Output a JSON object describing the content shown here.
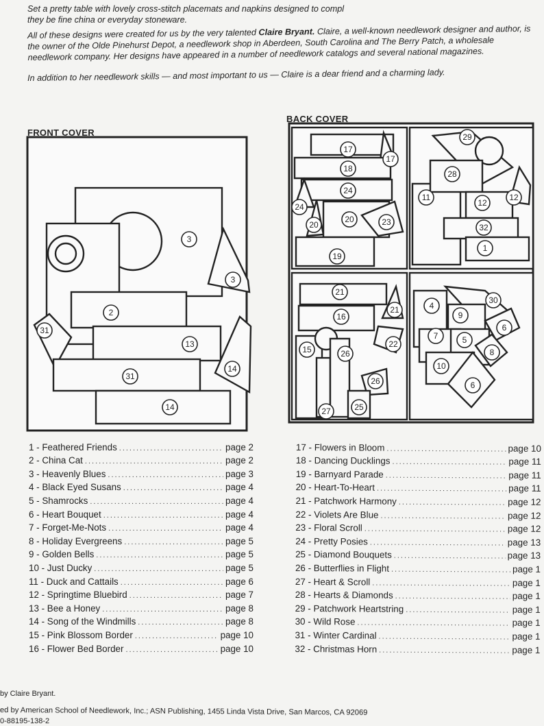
{
  "intro": {
    "line1": "Set a pretty table with lovely cross-stitch placemats and napkins designed to compl",
    "line2": "they be fine china or everyday stoneware.",
    "p2_a": "All of these designs were created for us by the very talented ",
    "p2_name": "Claire Bryant.",
    "p2_b": " Claire, a well-known needlework designer and author, is the owner of the Olde Pinehurst Depot, a needlework shop in Aberdeen, South Carolina and The Berry Patch, a wholesale needlework company. Her designs have appeared in a number of needlework catalogs and several national magazines.",
    "p3": "In addition to her needlework skills — and most important to us — Claire is a dear friend and a charming lady."
  },
  "front_cover": {
    "title": "FRONT COVER",
    "badges": [
      "3",
      "3",
      "2",
      "31",
      "13",
      "14",
      "31",
      "14"
    ]
  },
  "back_cover": {
    "title": "BACK COVER",
    "badges": [
      "17",
      "17",
      "18",
      "24",
      "24",
      "20",
      "20",
      "23",
      "19",
      "29",
      "28",
      "11",
      "12",
      "12",
      "32",
      "1",
      "21",
      "21",
      "16",
      "22",
      "15",
      "26",
      "26",
      "27",
      "25",
      "4",
      "30",
      "9",
      "6",
      "7",
      "5",
      "8",
      "10",
      "6"
    ]
  },
  "left_list": [
    {
      "name": "1 - Feathered Friends",
      "page": "page 2"
    },
    {
      "name": "2 - China Cat",
      "page": "page 2"
    },
    {
      "name": "3 - Heavenly Blues",
      "page": "page 3"
    },
    {
      "name": "4 - Black Eyed Susans",
      "page": "page 4"
    },
    {
      "name": "5 - Shamrocks",
      "page": "page 4"
    },
    {
      "name": "6 - Heart Bouquet",
      "page": "page 4"
    },
    {
      "name": "7 - Forget-Me-Nots",
      "page": "page 4"
    },
    {
      "name": "8 - Holiday Evergreens",
      "page": "page 5"
    },
    {
      "name": "9 - Golden Bells",
      "page": "page 5"
    },
    {
      "name": "10 - Just Ducky",
      "page": "page 5"
    },
    {
      "name": "11 - Duck and Cattails",
      "page": "page 6"
    },
    {
      "name": "12 - Springtime Bluebird",
      "page": "page 7"
    },
    {
      "name": "13 - Bee a Honey",
      "page": "page 8"
    },
    {
      "name": "14 - Song of the Windmills",
      "page": "page 8"
    },
    {
      "name": "15 - Pink Blossom Border",
      "page": "page 10"
    },
    {
      "name": "16 - Flower Bed Border",
      "page": "page 10"
    }
  ],
  "right_list": [
    {
      "name": "17 - Flowers in Bloom",
      "page": "page 10"
    },
    {
      "name": "18 - Dancing Ducklings",
      "page": "page 11"
    },
    {
      "name": "19 - Barnyard Parade",
      "page": "page 11"
    },
    {
      "name": "20 - Heart-To-Heart",
      "page": "page 11"
    },
    {
      "name": "21 - Patchwork Harmony",
      "page": "page 12"
    },
    {
      "name": "22 - Violets Are Blue",
      "page": "page 12"
    },
    {
      "name": "23 - Floral Scroll",
      "page": "page 12"
    },
    {
      "name": "24 - Pretty Posies",
      "page": "page 13"
    },
    {
      "name": "25 - Diamond Bouquets",
      "page": "page 13"
    },
    {
      "name": "26 - Butterflies in Flight",
      "page": "page 1"
    },
    {
      "name": "27 - Heart & Scroll",
      "page": "page 1"
    },
    {
      "name": "28 - Hearts & Diamonds",
      "page": "page 1"
    },
    {
      "name": "29 - Patchwork Heartstring",
      "page": "page 1"
    },
    {
      "name": "30 - Wild Rose",
      "page": "page 1"
    },
    {
      "name": "31 - Winter Cardinal",
      "page": "page 1"
    },
    {
      "name": "32 - Christmas Horn",
      "page": "page 1"
    }
  ],
  "footer": {
    "line1": "by Claire Bryant.",
    "line2": "ed by American School of Needlework, Inc.; ASN Publishing, 1455 Linda Vista Drive, San Marcos, CA 92069",
    "line3": "0-88195-138-2"
  }
}
